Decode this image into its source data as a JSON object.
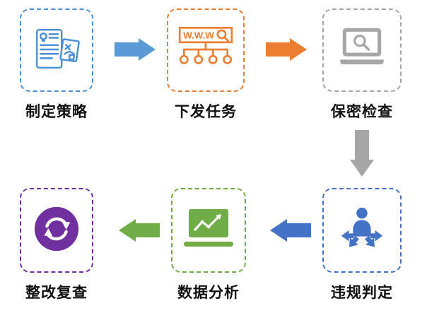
{
  "diagram": {
    "type": "flowchart",
    "steps": [
      {
        "label": "制定策略",
        "color": "#4A90D9",
        "icon": "strategy-document-icon"
      },
      {
        "label": "下发任务",
        "color": "#ED7D31",
        "icon": "www-sitemap-icon",
        "icon_text": "W.W.W"
      },
      {
        "label": "保密检查",
        "color": "#A6A6A6",
        "icon": "laptop-search-icon"
      },
      {
        "label": "违规判定",
        "color": "#4472C4",
        "icon": "person-arrows-icon"
      },
      {
        "label": "数据分析",
        "color": "#70AD47",
        "icon": "laptop-chart-icon"
      },
      {
        "label": "整改复查",
        "color": "#7030A0",
        "icon": "refresh-cycle-icon"
      }
    ],
    "arrows": [
      {
        "from": "制定策略",
        "to": "下发任务",
        "direction": "right",
        "color": "#5B9BD5"
      },
      {
        "from": "下发任务",
        "to": "保密检查",
        "direction": "right",
        "color": "#ED7D31"
      },
      {
        "from": "保密检查",
        "to": "违规判定",
        "direction": "down",
        "color": "#A6A6A6"
      },
      {
        "from": "违规判定",
        "to": "数据分析",
        "direction": "left",
        "color": "#4472C4"
      },
      {
        "from": "数据分析",
        "to": "整改复查",
        "direction": "left",
        "color": "#70AD47"
      }
    ]
  }
}
